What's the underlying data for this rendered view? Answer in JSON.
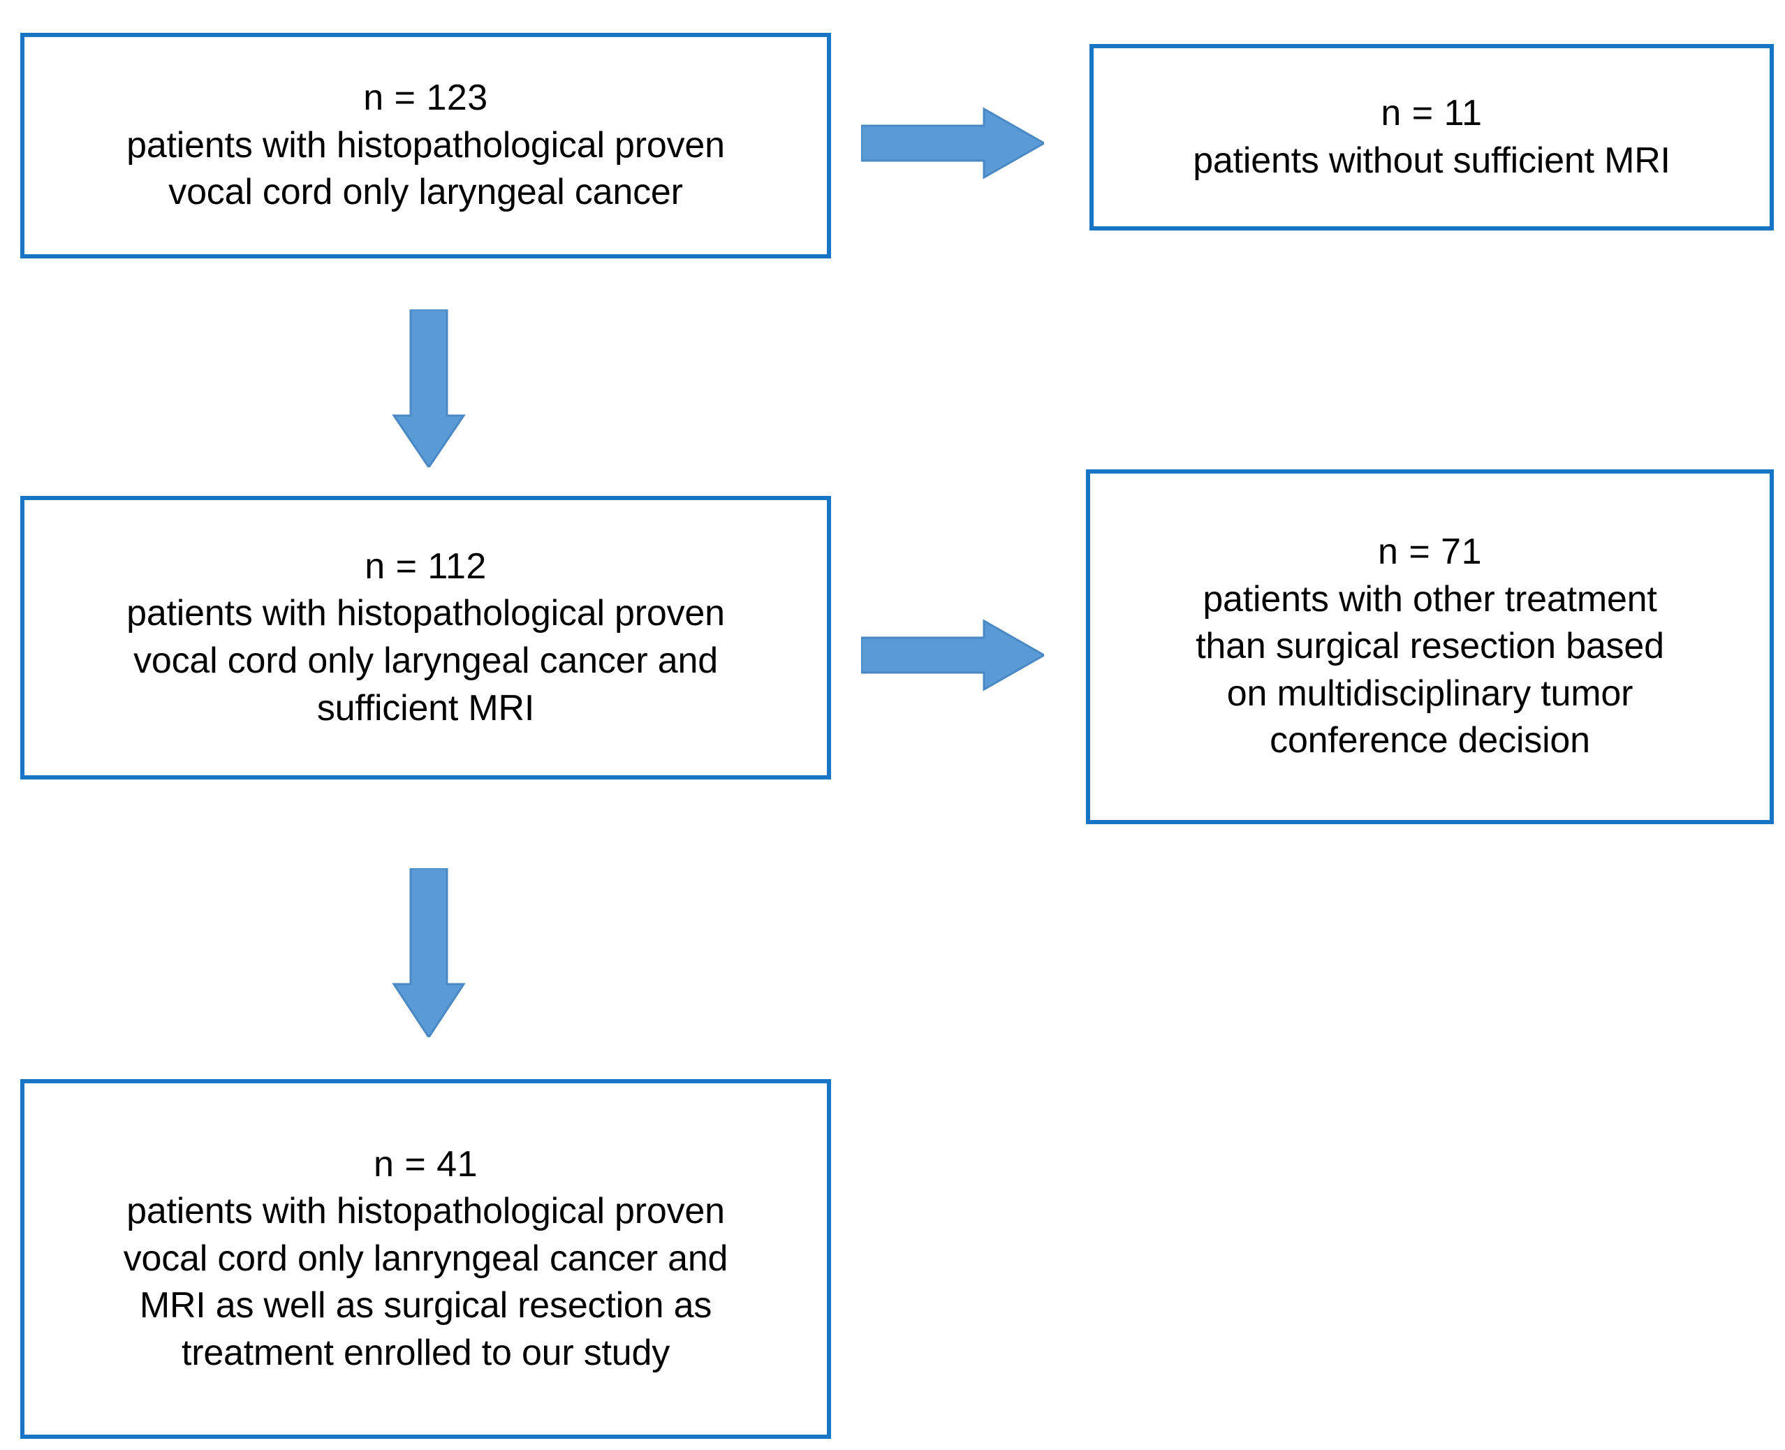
{
  "figure": {
    "type": "flowchart",
    "orientation": "top-to-bottom with right-side exclusion branches",
    "accent_color": "#1874c4",
    "arrow_fill_color": "#5b9bd5",
    "arrow_stroke_color": "#4a89c4",
    "background_color": "#ffffff",
    "text_color": "#000000"
  },
  "nodes": {
    "screened": {
      "count_label": "n = 123",
      "lines": [
        "patients with histopathological proven",
        "vocal cord only laryngeal cancer"
      ]
    },
    "excluded_no_mri": {
      "count_label": "n = 11",
      "lines": [
        "patients without sufficient MRI"
      ]
    },
    "eligible": {
      "count_label": "n = 112",
      "lines": [
        "patients with histopathological proven",
        "vocal cord only laryngeal cancer and",
        "sufficient MRI"
      ]
    },
    "excluded_other_treatment": {
      "count_label": "n = 71",
      "lines": [
        "patients with other treatment",
        "than surgical resection based",
        "on multidisciplinary tumor",
        "conference decision"
      ]
    },
    "enrolled": {
      "count_label": "n = 41",
      "lines": [
        "patients with histopathological proven",
        "vocal cord only lanryngeal cancer and",
        "MRI as well as surgical resection as",
        "treatment enrolled to our study"
      ]
    }
  },
  "arrows": [
    {
      "name": "screened-to-excluded-no-mri",
      "direction": "right"
    },
    {
      "name": "eligible-to-excluded-treatment",
      "direction": "right"
    },
    {
      "name": "screened-to-eligible",
      "direction": "down"
    },
    {
      "name": "eligible-to-enrolled",
      "direction": "down"
    }
  ]
}
